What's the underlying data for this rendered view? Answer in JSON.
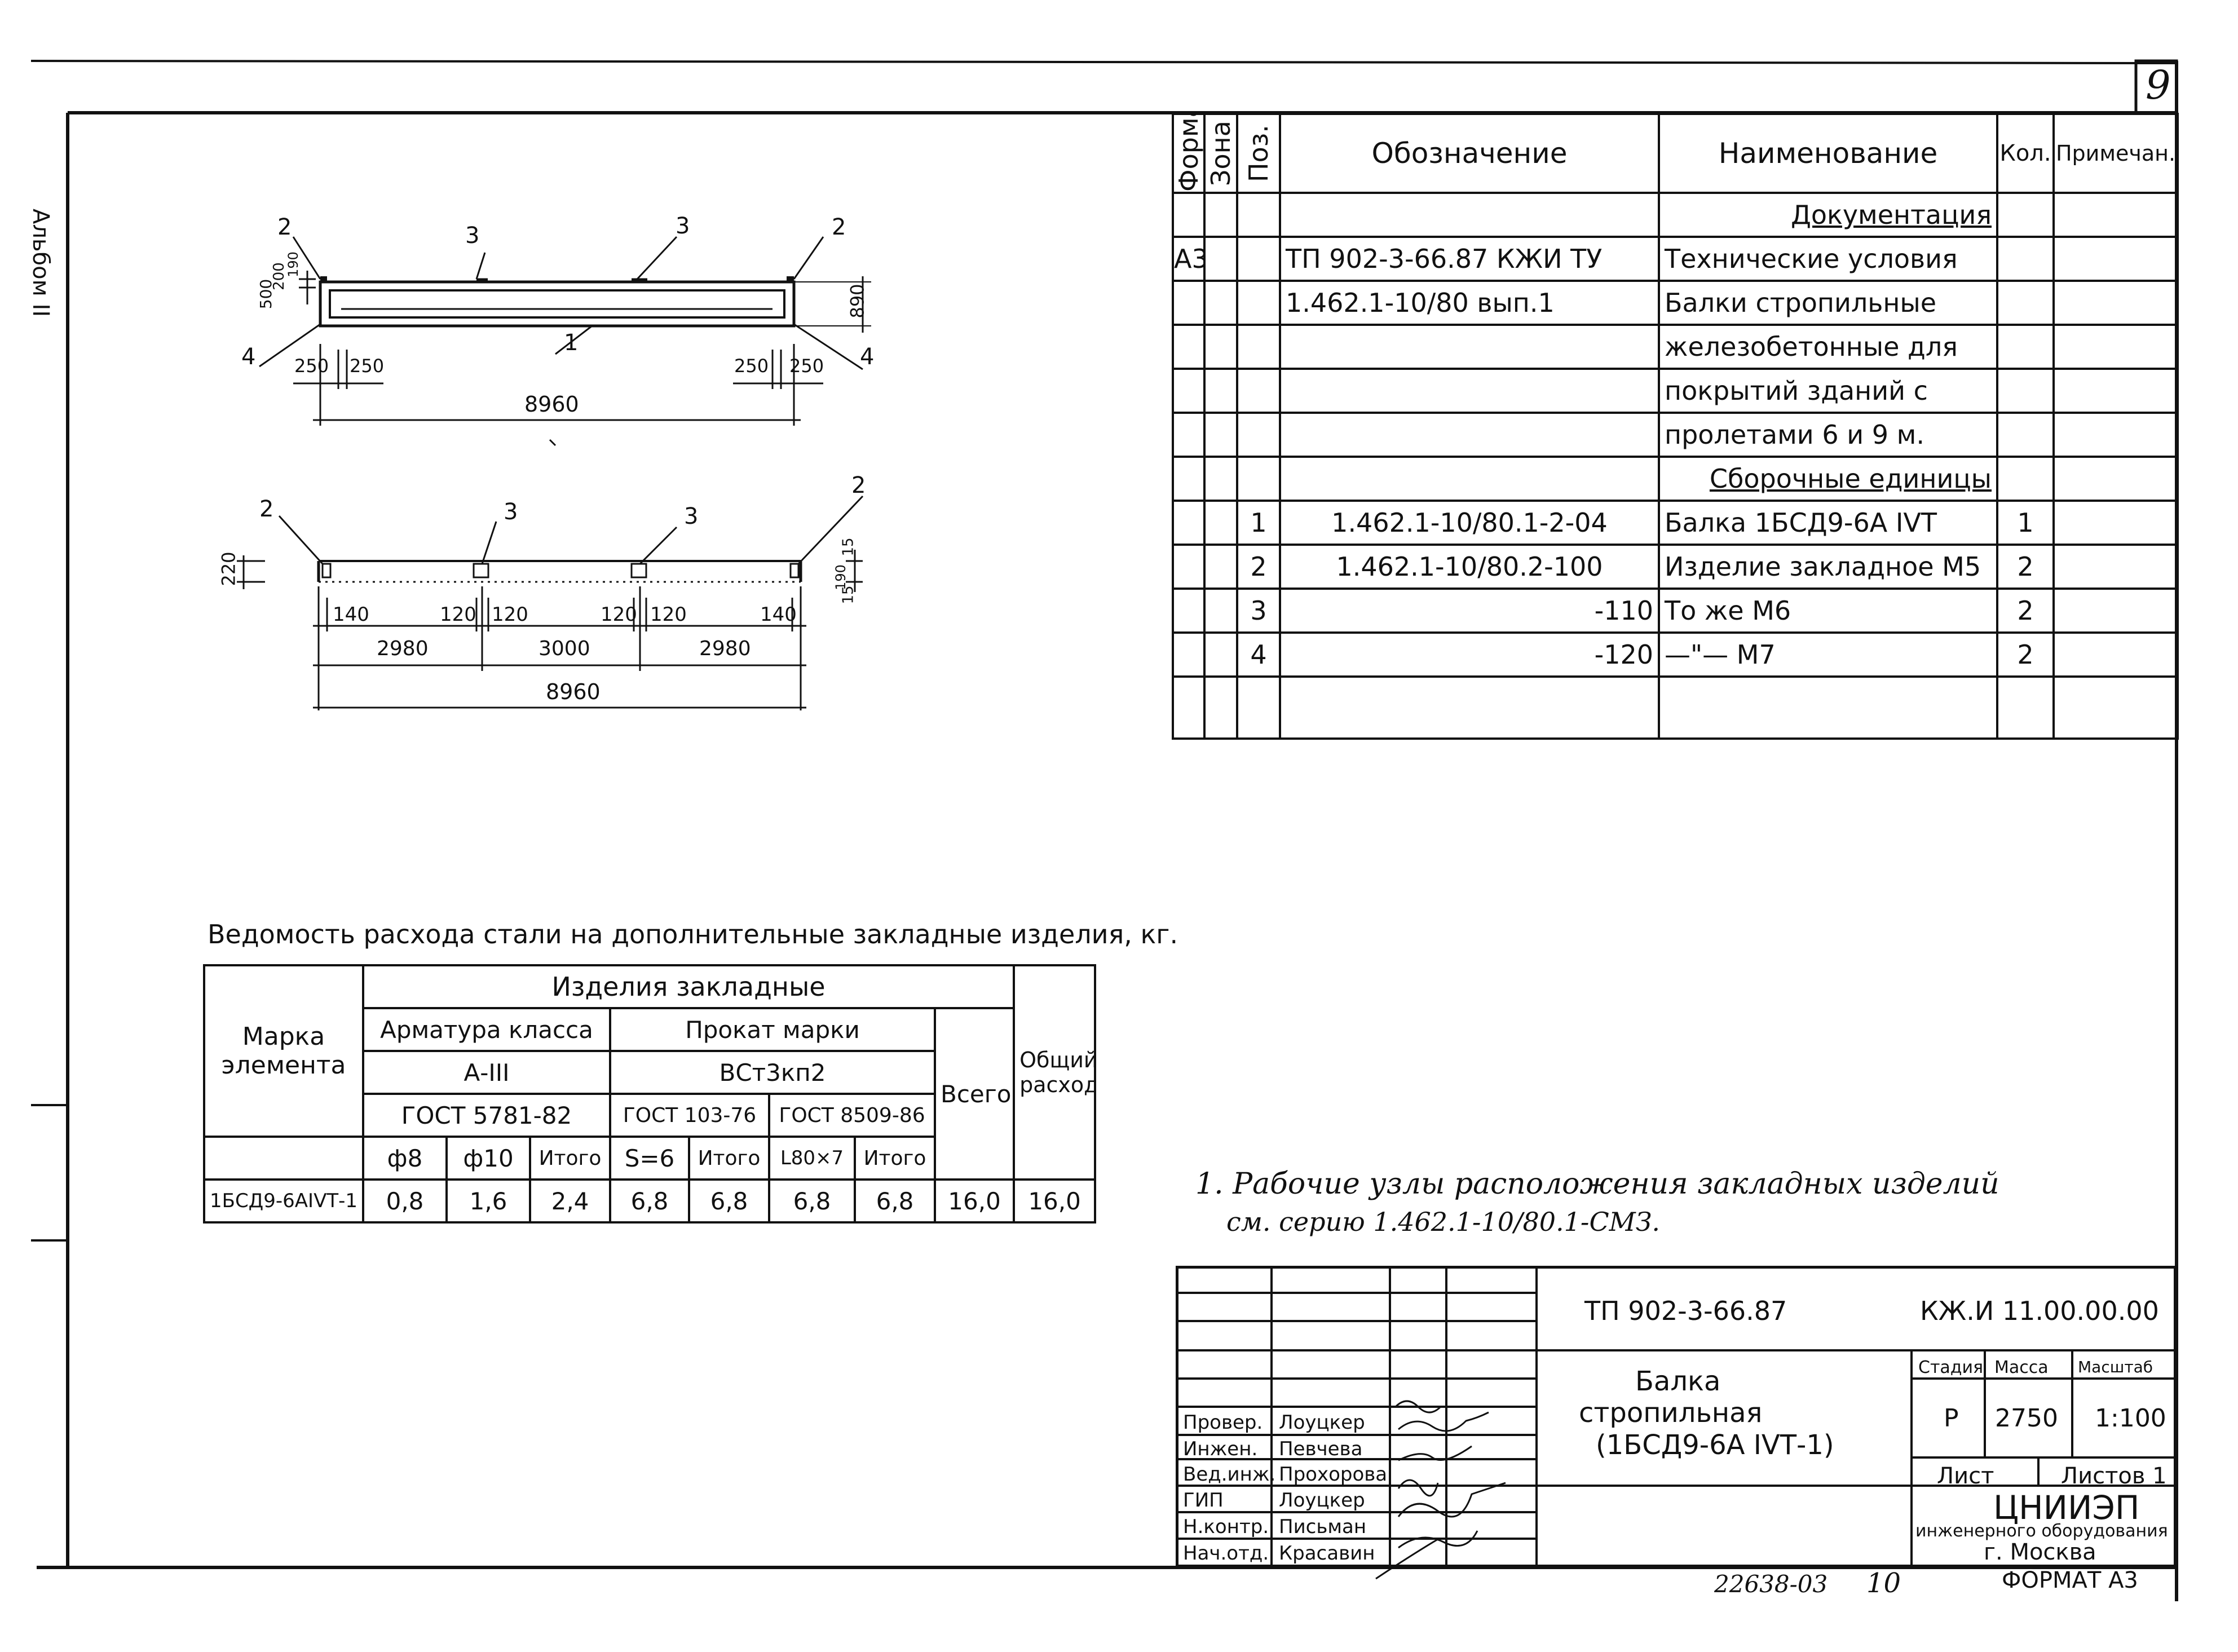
{
  "sheet": {
    "page_number": "9",
    "side_stamp": "Альбом II",
    "bottom_code": "22638-03",
    "bottom_sheet": "10",
    "format": "ФОРМАТ А3"
  },
  "drawing_top": {
    "labels": {
      "pos2_left": "2",
      "pos3_left": "3",
      "pos3_right": "3",
      "pos2_right": "2",
      "pos4_left": "4",
      "pos1": "1",
      "pos4_right": "4"
    },
    "dims": {
      "d500": "500",
      "d200": "200",
      "d190": "190",
      "d890": "890",
      "d250a": "250",
      "d250b": "250",
      "d250c": "250",
      "d250d": "250",
      "length": "8960"
    }
  },
  "drawing_bottom": {
    "labels": {
      "pos2_left": "2",
      "pos3_a": "3",
      "pos3_b": "3",
      "pos2_right": "2"
    },
    "dims": {
      "d220": "220",
      "d140a": "140",
      "d120a": "120",
      "d120b": "120",
      "d120c": "120",
      "d120d": "120",
      "d140b": "140",
      "d15": "15",
      "d190": "190",
      "d15b": "15",
      "d2980a": "2980",
      "d3000": "3000",
      "d2980b": "2980",
      "length": "8960"
    }
  },
  "spec": {
    "headers": {
      "format": "Формат",
      "zone": "Зона",
      "pos": "Поз.",
      "designation": "Обозначение",
      "name": "Наименование",
      "qty": "Кол.",
      "note": "Примечан."
    },
    "rows": [
      {
        "format": "",
        "pos": "",
        "designation": "",
        "name": "Документация",
        "qty": "",
        "kind": "section"
      },
      {
        "format": "А3",
        "pos": "",
        "designation": "ТП 902-3-66.87 КЖИ ТУ",
        "name": "Технические условия",
        "qty": "",
        "kind": "item"
      },
      {
        "format": "",
        "pos": "",
        "designation": "1.462.1-10/80 вып.1",
        "name": "Балки стропильные",
        "qty": "",
        "kind": "item"
      },
      {
        "format": "",
        "pos": "",
        "designation": "",
        "name": "железобетонные для",
        "qty": "",
        "kind": "item"
      },
      {
        "format": "",
        "pos": "",
        "designation": "",
        "name": "покрытий зданий с",
        "qty": "",
        "kind": "item"
      },
      {
        "format": "",
        "pos": "",
        "designation": "",
        "name": "пролетами 6 и 9 м.",
        "qty": "",
        "kind": "item"
      },
      {
        "format": "",
        "pos": "",
        "designation": "",
        "name": "Сборочные единицы",
        "qty": "",
        "kind": "section"
      },
      {
        "format": "",
        "pos": "1",
        "designation": "1.462.1-10/80.1-2-04",
        "name": "Балка 1БСД9-6А IVТ",
        "qty": "1",
        "kind": "item"
      },
      {
        "format": "",
        "pos": "2",
        "designation": "1.462.1-10/80.2-100",
        "name": "Изделие закладное М5",
        "qty": "2",
        "kind": "item"
      },
      {
        "format": "",
        "pos": "3",
        "designation": "-110",
        "name": "То же              М6",
        "qty": "2",
        "kind": "item"
      },
      {
        "format": "",
        "pos": "4",
        "designation": "-120",
        "name": "—\"—               М7",
        "qty": "2",
        "kind": "item"
      },
      {
        "format": "",
        "pos": "",
        "designation": "",
        "name": "",
        "qty": "",
        "kind": "item"
      }
    ]
  },
  "vedomost": {
    "title": "Ведомость расхода стали на дополнительные закладные изделия, кг.",
    "h_mark": "Марка элемента",
    "h_items": "Изделия закладные",
    "h_armatura": "Арматура класса",
    "h_prokat": "Прокат марки",
    "h_a3": "А-III",
    "h_vst": "ВСт3кп2",
    "h_gost5781": "ГОСТ 5781-82",
    "h_gost103": "ГОСТ 103-76",
    "h_gost8509": "ГОСТ 8509-86",
    "h_d8": "ф8",
    "h_d10": "ф10",
    "h_itogo1": "Итого",
    "h_s6": "S=6",
    "h_itogo2": "Итого",
    "h_l80": "L80×7",
    "h_itogo3": "Итого",
    "h_total": "Всего",
    "h_general": "Общий расход",
    "row": {
      "mark": "1БСД9-6АIVТ-1",
      "d8": "0,8",
      "d10": "1,6",
      "itogo1": "2,4",
      "s6": "6,8",
      "itogo2": "6,8",
      "l80": "6,8",
      "itogo3": "6,8",
      "total": "16,0",
      "general": "16,0"
    }
  },
  "note": {
    "line1": "1. Рабочие узлы расположения закладных изделий",
    "line2": "см. серию 1.462.1-10/80.1-СМЗ."
  },
  "titleblock": {
    "project": "ТП 902-3-66.87",
    "code": "КЖ.И 11.00.00.00",
    "title_line1": "Балка",
    "title_line2": "стропильная",
    "title_line3": "(1БСД9-6А IVТ-1)",
    "h_stage": "Стадия",
    "h_mass": "Масса",
    "h_scale": "Масштаб",
    "stage": "Р",
    "mass": "2750",
    "scale": "1:100",
    "sheet": "Лист",
    "sheets": "Листов 1",
    "org1": "ЦНИИЭП",
    "org2": "инженерного оборудования",
    "org3": "г. Москва",
    "staff": [
      {
        "role": "Провер.",
        "name": "Лоуцкер"
      },
      {
        "role": "Инжен.",
        "name": "Певчева"
      },
      {
        "role": "Вед.инж.",
        "name": "Прохорова"
      },
      {
        "role": "ГИП",
        "name": "Лоуцкер"
      },
      {
        "role": "Н.контр.",
        "name": "Письман"
      },
      {
        "role": "Нач.отд.",
        "name": "Красавин"
      }
    ]
  }
}
